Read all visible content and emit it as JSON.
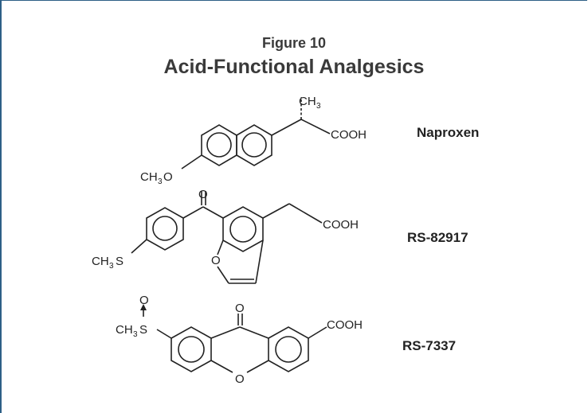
{
  "figure": {
    "number": "Figure 10",
    "title": "Acid-Functional Analgesics"
  },
  "compounds": [
    {
      "name": "Naproxen",
      "labels": {
        "ch3": "CH",
        "ch3_sub": "3",
        "cooh": "COOH",
        "methoxy": "CH",
        "methoxy_sub": "3",
        "methoxy_o": "O"
      }
    },
    {
      "name": "RS-82917",
      "labels": {
        "carbonyl_o": "O",
        "cooh": "COOH",
        "thio": "CH",
        "thio_sub": "3",
        "thio_s": "S",
        "furan_o": "O"
      }
    },
    {
      "name": "RS-7337",
      "labels": {
        "sulfoxide_o": "O",
        "carbonyl_o": "O",
        "cooh": "COOH",
        "thio": "CH",
        "thio_sub": "3",
        "thio_s": "S",
        "ring_o": "O"
      }
    }
  ],
  "colors": {
    "frame": "#2d5f86",
    "ink": "#222222",
    "title": "#3a3a3a"
  }
}
